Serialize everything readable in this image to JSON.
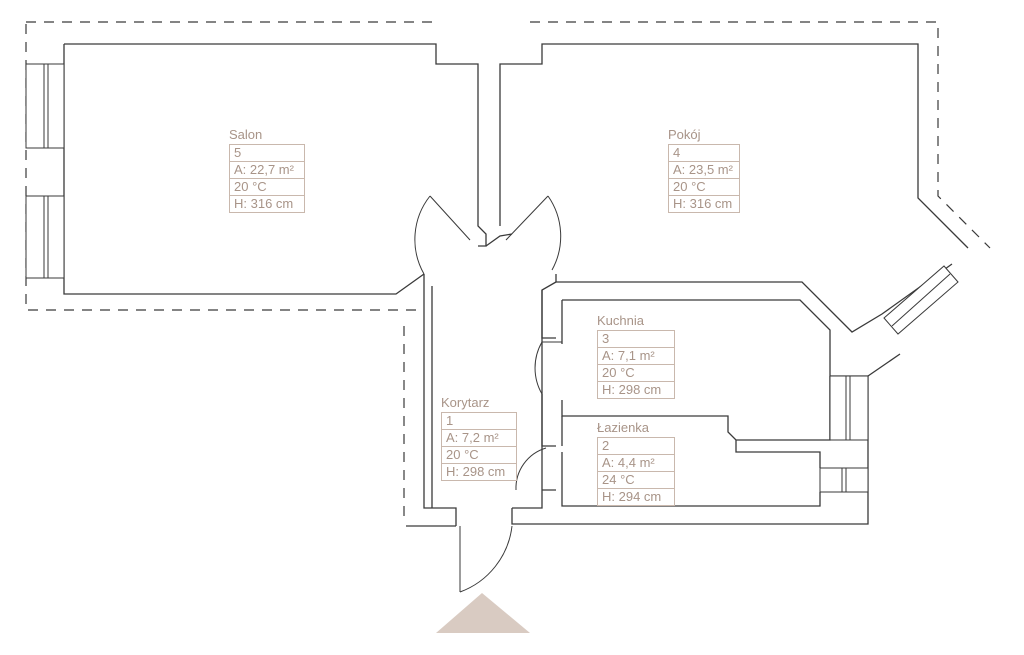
{
  "rooms": [
    {
      "key": "salon",
      "name": "Salon",
      "number": "5",
      "area": "A: 22,7 m²",
      "temp": "20 °C",
      "height": "H: 316 cm"
    },
    {
      "key": "pokoj",
      "name": "Pokój",
      "number": "4",
      "area": "A: 23,5 m²",
      "temp": "20 °C",
      "height": "H: 316 cm"
    },
    {
      "key": "kuchnia",
      "name": "Kuchnia",
      "number": "3",
      "area": "A: 7,1 m²",
      "temp": "20 °C",
      "height": "H: 298 cm"
    },
    {
      "key": "korytarz",
      "name": "Korytarz",
      "number": "1",
      "area": "A: 7,2 m²",
      "temp": "20 °C",
      "height": "H: 298 cm"
    },
    {
      "key": "lazienka",
      "name": "Łazienka",
      "number": "2",
      "area": "A: 4,4 m²",
      "temp": "24 °C",
      "height": "H: 294 cm"
    }
  ],
  "colors": {
    "wall": "#3a3a3a",
    "label": "#a89488",
    "card_border": "#c9b8ad",
    "entrance_arrow": "#d9cbc2"
  },
  "icons": {
    "entrance": "triangle-arrow-icon"
  }
}
